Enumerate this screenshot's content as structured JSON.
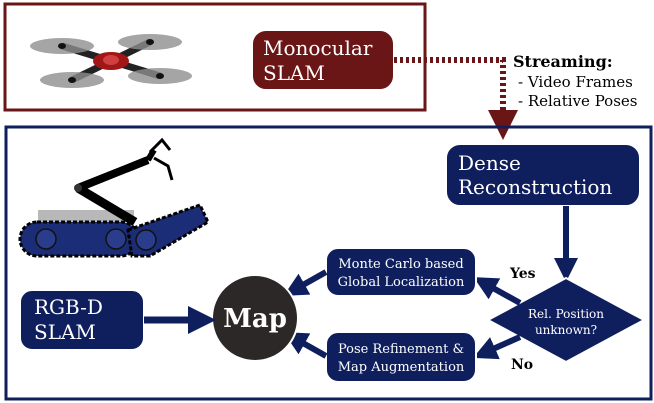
{
  "colors": {
    "maroon": "#6b1616",
    "navy": "#0f1f5e",
    "black": "#000000",
    "white": "#ffffff",
    "map_circle": "#2d2828"
  },
  "top_panel": {
    "robot_icon": "quadcopter-drone-icon",
    "slam_box_line1": "Monocular",
    "slam_box_line2": "SLAM",
    "streaming_title": "Streaming:",
    "streaming_items": [
      "- Video Frames",
      "- Relative Poses"
    ]
  },
  "bottom_panel": {
    "robot_icon": "tracked-robot-with-arm-icon",
    "dense_line1": "Dense",
    "dense_line2": "Reconstruction",
    "decision_line1": "Rel. Position",
    "decision_line2": "unknown?",
    "yes_label": "Yes",
    "no_label": "No",
    "monte_line1": "Monte Carlo based",
    "monte_line2": "Global Localization",
    "pose_line1": "Pose Refinement &",
    "pose_line2": "Map Augmentation",
    "map_label": "Map",
    "rgbd_line1": "RGB-D",
    "rgbd_line2": "SLAM"
  }
}
